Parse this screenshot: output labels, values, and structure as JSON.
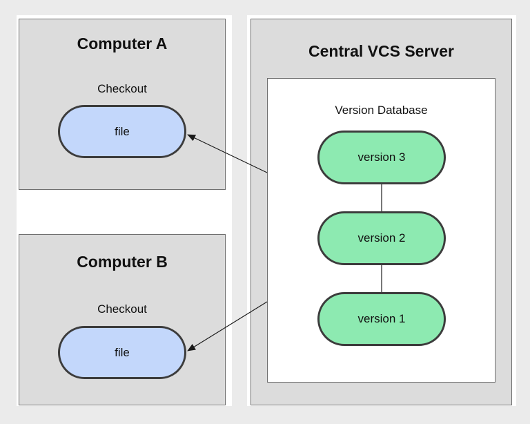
{
  "computer_a": {
    "title": "Computer A",
    "checkout_label": "Checkout",
    "file_label": "file"
  },
  "computer_b": {
    "title": "Computer B",
    "checkout_label": "Checkout",
    "file_label": "file"
  },
  "server": {
    "title": "Central VCS Server",
    "database_label": "Version Database",
    "versions": [
      "version 3",
      "version 2",
      "version 1"
    ]
  },
  "colors": {
    "box_fill": "#dcdcdc",
    "file_fill": "#c3d7fb",
    "version_fill": "#8deab1",
    "outline": "#3c3c3c"
  }
}
